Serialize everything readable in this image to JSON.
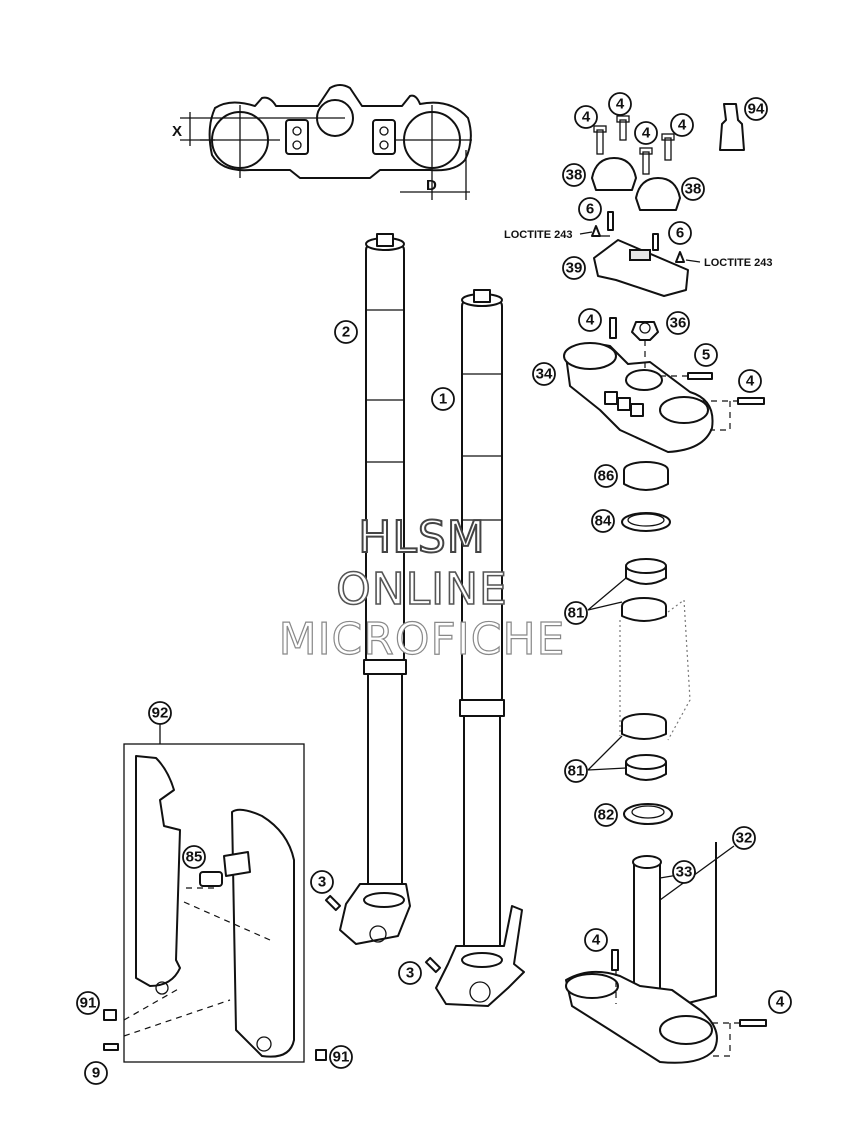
{
  "watermark": {
    "line1": "HLSM",
    "line2": "ONLINE",
    "line3": "MICROFICHE"
  },
  "dimensions": {
    "x_label": "X",
    "d_label": "D"
  },
  "loctite_notes": [
    "LOCTITE 243",
    "LOCTITE 243"
  ],
  "callouts": [
    "4",
    "4",
    "4",
    "4",
    "94",
    "38",
    "38",
    "6",
    "6",
    "39",
    "4",
    "36",
    "5",
    "34",
    "4",
    "2",
    "1",
    "86",
    "84",
    "81",
    "81",
    "82",
    "32",
    "33",
    "4",
    "4",
    "92",
    "85",
    "3",
    "3",
    "91",
    "9",
    "91"
  ]
}
